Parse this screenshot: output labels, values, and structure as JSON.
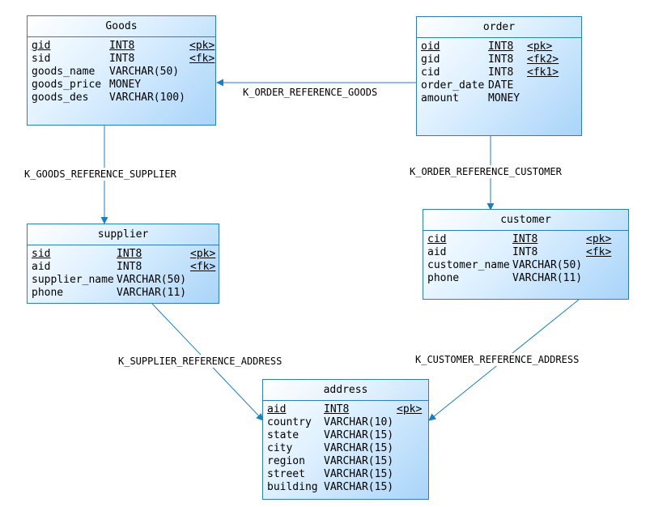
{
  "entities": {
    "goods": {
      "title": "Goods",
      "columns": [
        {
          "name": "gid",
          "type": "INT8",
          "key": "<pk>",
          "pk": true
        },
        {
          "name": "sid",
          "type": "INT8",
          "key": "<fk>",
          "pk": false
        },
        {
          "name": "goods_name",
          "type": "VARCHAR(50)",
          "key": "",
          "pk": false
        },
        {
          "name": "goods_price",
          "type": "MONEY",
          "key": "",
          "pk": false
        },
        {
          "name": "goods_des",
          "type": "VARCHAR(100)",
          "key": "",
          "pk": false
        }
      ]
    },
    "order": {
      "title": "order",
      "columns": [
        {
          "name": "oid",
          "type": "INT8",
          "key": "<pk>",
          "pk": true
        },
        {
          "name": "gid",
          "type": "INT8",
          "key": "<fk2>",
          "pk": false
        },
        {
          "name": "cid",
          "type": "INT8",
          "key": "<fk1>",
          "pk": false
        },
        {
          "name": "order_date",
          "type": "DATE",
          "key": "",
          "pk": false
        },
        {
          "name": "amount",
          "type": "MONEY",
          "key": "",
          "pk": false
        }
      ]
    },
    "supplier": {
      "title": "supplier",
      "columns": [
        {
          "name": "sid",
          "type": "INT8",
          "key": "<pk>",
          "pk": true
        },
        {
          "name": "aid",
          "type": "INT8",
          "key": "<fk>",
          "pk": false
        },
        {
          "name": "supplier_name",
          "type": "VARCHAR(50)",
          "key": "",
          "pk": false
        },
        {
          "name": "phone",
          "type": "VARCHAR(11)",
          "key": "",
          "pk": false
        }
      ]
    },
    "customer": {
      "title": "customer",
      "columns": [
        {
          "name": "cid",
          "type": "INT8",
          "key": "<pk>",
          "pk": true
        },
        {
          "name": "aid",
          "type": "INT8",
          "key": "<fk>",
          "pk": false
        },
        {
          "name": "customer_name",
          "type": "VARCHAR(50)",
          "key": "",
          "pk": false
        },
        {
          "name": "phone",
          "type": "VARCHAR(11)",
          "key": "",
          "pk": false
        }
      ]
    },
    "address": {
      "title": "address",
      "columns": [
        {
          "name": "aid",
          "type": "INT8",
          "key": "<pk>",
          "pk": true
        },
        {
          "name": "country",
          "type": "VARCHAR(10)",
          "key": "",
          "pk": false
        },
        {
          "name": "state",
          "type": "VARCHAR(15)",
          "key": "",
          "pk": false
        },
        {
          "name": "city",
          "type": "VARCHAR(15)",
          "key": "",
          "pk": false
        },
        {
          "name": "region",
          "type": "VARCHAR(15)",
          "key": "",
          "pk": false
        },
        {
          "name": "street",
          "type": "VARCHAR(15)",
          "key": "",
          "pk": false
        },
        {
          "name": "building",
          "type": "VARCHAR(15)",
          "key": "",
          "pk": false
        }
      ]
    }
  },
  "relationships": {
    "order_goods": "K_ORDER_REFERENCE_GOODS",
    "goods_supplier": "K_GOODS_REFERENCE_SUPPLIER",
    "order_customer": "K_ORDER_REFERENCE_CUSTOMER",
    "supplier_address": "K_SUPPLIER_REFERENCE_ADDRESS",
    "customer_address": "K_CUSTOMER_REFERENCE_ADDRESS"
  },
  "colors": {
    "line": "#2a7fb8",
    "border": "#2a7fb8"
  }
}
